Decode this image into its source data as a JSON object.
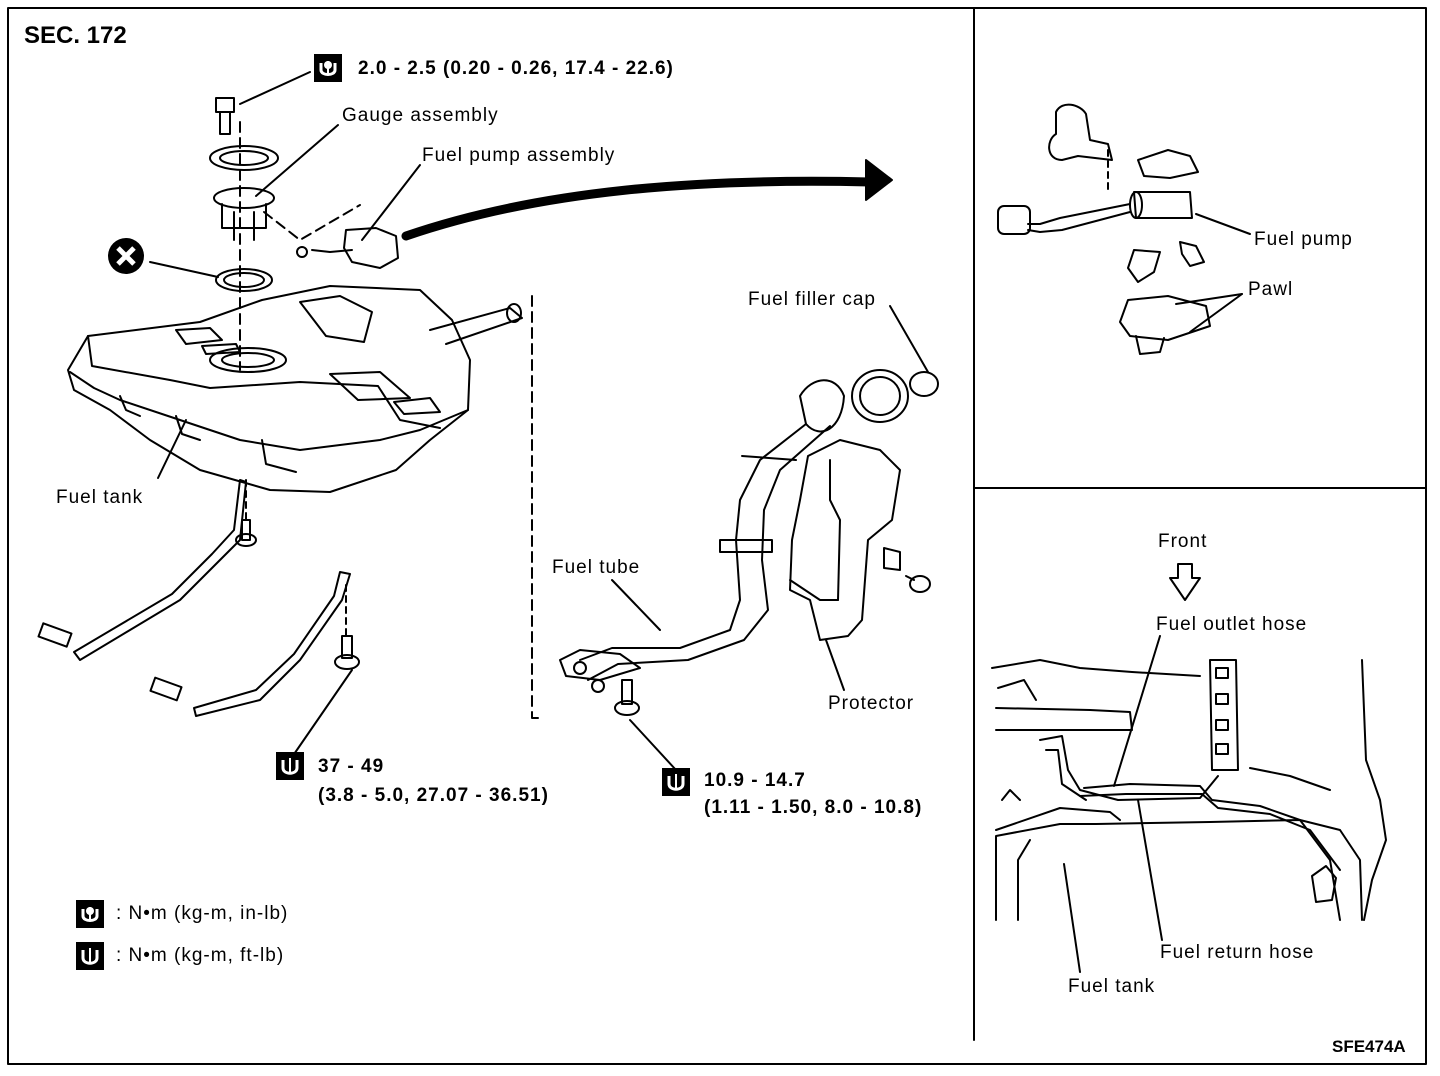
{
  "section": "SEC. 172",
  "figure_code": "SFE474A",
  "main": {
    "gauge_torque": "2.0 - 2.5 (0.20 - 0.26, 17.4 - 22.6)",
    "gauge_assembly": "Gauge assembly",
    "fuel_pump_assembly": "Fuel pump assembly",
    "fuel_filler_cap": "Fuel filler cap",
    "fuel_tank": "Fuel tank",
    "fuel_tube": "Fuel tube",
    "protector": "Protector",
    "strap_torque_line1": "37 - 49",
    "strap_torque_line2": "(3.8 - 5.0, 27.07 - 36.51)",
    "tube_torque_line1": "10.9 - 14.7",
    "tube_torque_line2": "(1.11 - 1.50, 8.0 - 10.8)"
  },
  "legend": [
    {
      "icon": "torque-in-lb-icon",
      "text": ": N•m (kg-m, in-lb)"
    },
    {
      "icon": "torque-ft-lb-icon",
      "text": ": N•m (kg-m, ft-lb)"
    }
  ],
  "inset_top": {
    "fuel_pump": "Fuel pump",
    "pawl": "Pawl"
  },
  "inset_bottom": {
    "front": "Front",
    "fuel_outlet_hose": "Fuel outlet hose",
    "fuel_return_hose": "Fuel return hose",
    "fuel_tank": "Fuel tank"
  }
}
